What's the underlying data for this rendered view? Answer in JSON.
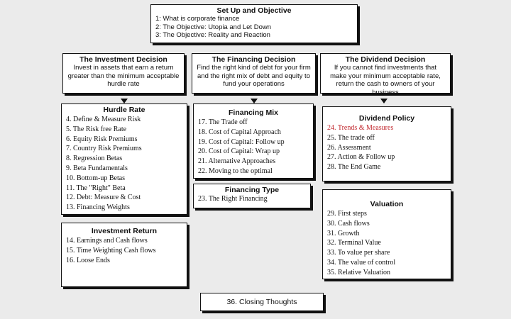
{
  "setup": {
    "title": "Set Up and Objective",
    "items": [
      "1: What is corporate finance",
      "2: The Objective: Utopia and Let Down",
      "3: The Objective: Reality and Reaction"
    ]
  },
  "investment_decision": {
    "title": "The Investment Decision",
    "desc": "Invest in assets that earn a return greater than the minimum acceptable hurdle rate"
  },
  "financing_decision": {
    "title": "The Financing Decision",
    "desc": "Find the right kind of debt for your firm and the right mix of debt and equity to fund your operations"
  },
  "dividend_decision": {
    "title": "The Dividend Decision",
    "desc": "If you cannot find investments that make your minimum acceptable rate, return the cash to owners of your business"
  },
  "hurdle_rate": {
    "title": "Hurdle Rate",
    "items": [
      "4. Define & Measure Risk",
      "5. The Risk free Rate",
      "6. Equity Risk Premiums",
      "7. Country Risk Premiums",
      "8. Regression Betas",
      "9. Beta Fundamentals",
      "10. Bottom-up Betas",
      "11. The \"Right\" Beta",
      "12. Debt: Measure & Cost",
      "13. Financing Weights"
    ]
  },
  "investment_return": {
    "title": "Investment Return",
    "items": [
      "14. Earnings and Cash flows",
      "15. Time Weighting Cash flows",
      "16. Loose Ends"
    ]
  },
  "financing_mix": {
    "title": "Financing Mix",
    "items": [
      "17. The Trade off",
      "18. Cost of Capital Approach",
      "19. Cost of Capital: Follow up",
      "20. Cost of Capital: Wrap up",
      "21. Alternative Approaches",
      "22. Moving to the optimal"
    ]
  },
  "financing_type": {
    "title": "Financing Type",
    "items": [
      "23. The Right Financing"
    ]
  },
  "dividend_policy": {
    "title": "Dividend Policy",
    "items": [
      "24. Trends & Measures",
      "25. The trade off",
      "26. Assessment",
      "27. Action & Follow up",
      "28. The End Game"
    ]
  },
  "valuation": {
    "title": "Valuation",
    "items": [
      "29. First steps",
      "30. Cash flows",
      "31. Growth",
      "32. Terminal Value",
      "33. To value per share",
      "34. The value of control",
      "35. Relative Valuation"
    ]
  },
  "closing": {
    "title": "36. Closing Thoughts"
  },
  "colors": {
    "highlight": "#c1272d",
    "border": "#111111",
    "background": "#ebebeb"
  }
}
